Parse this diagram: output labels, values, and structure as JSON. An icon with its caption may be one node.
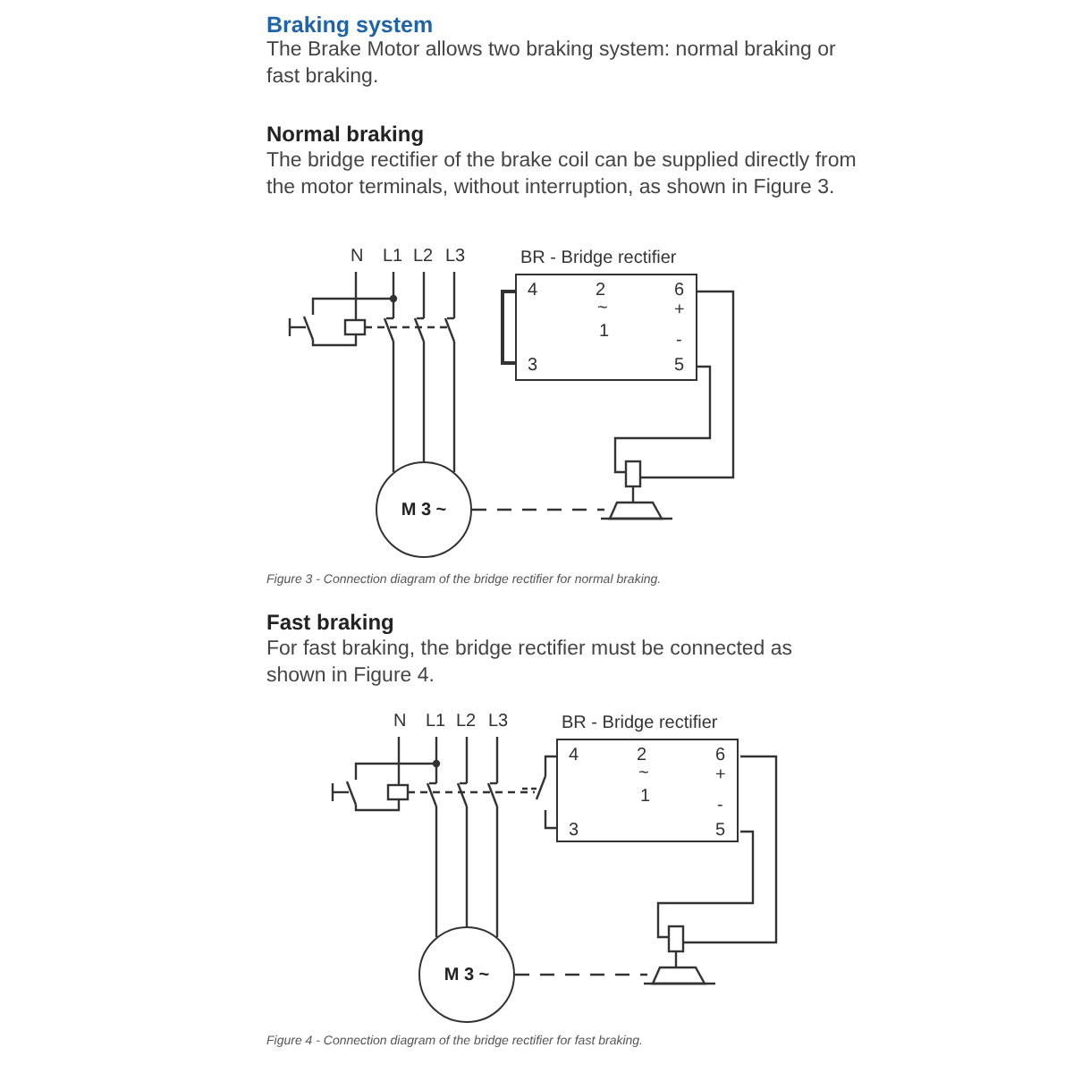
{
  "diagram": {
    "title": "Braking system",
    "nodes": [
      {
        "text": [
          "BR - Bridge rectifier",
          "4",
          "2",
          "~",
          "6",
          "+",
          "1",
          "-",
          "3",
          "5"
        ]
      },
      {
        "text": [
          "M 3 ~"
        ]
      },
      {
        "text": [
          "BR - Bridge rectifier",
          "4",
          "2",
          "~",
          "6",
          "+",
          "1",
          "-",
          "3",
          "5"
        ]
      },
      {
        "text": [
          "M 3 ~"
        ]
      }
    ],
    "labels": [
      "The Brake Motor allows two braking system: normal braking or fast braking.",
      "Normal braking",
      "The bridge rectifier of the brake coil can be supplied directly from the motor terminals, without interruption, as shown in Figure 3.",
      "N",
      "L1",
      "L2",
      "L3",
      "Figure 3 - Connection diagram of the bridge rectifier for normal braking.",
      "Fast braking",
      "For fast braking, the bridge rectifier must be connected as shown in Figure 4.",
      "N",
      "L1",
      "L2",
      "L3",
      "Figure 4 - Connection diagram of the bridge rectifier for fast braking."
    ]
  }
}
